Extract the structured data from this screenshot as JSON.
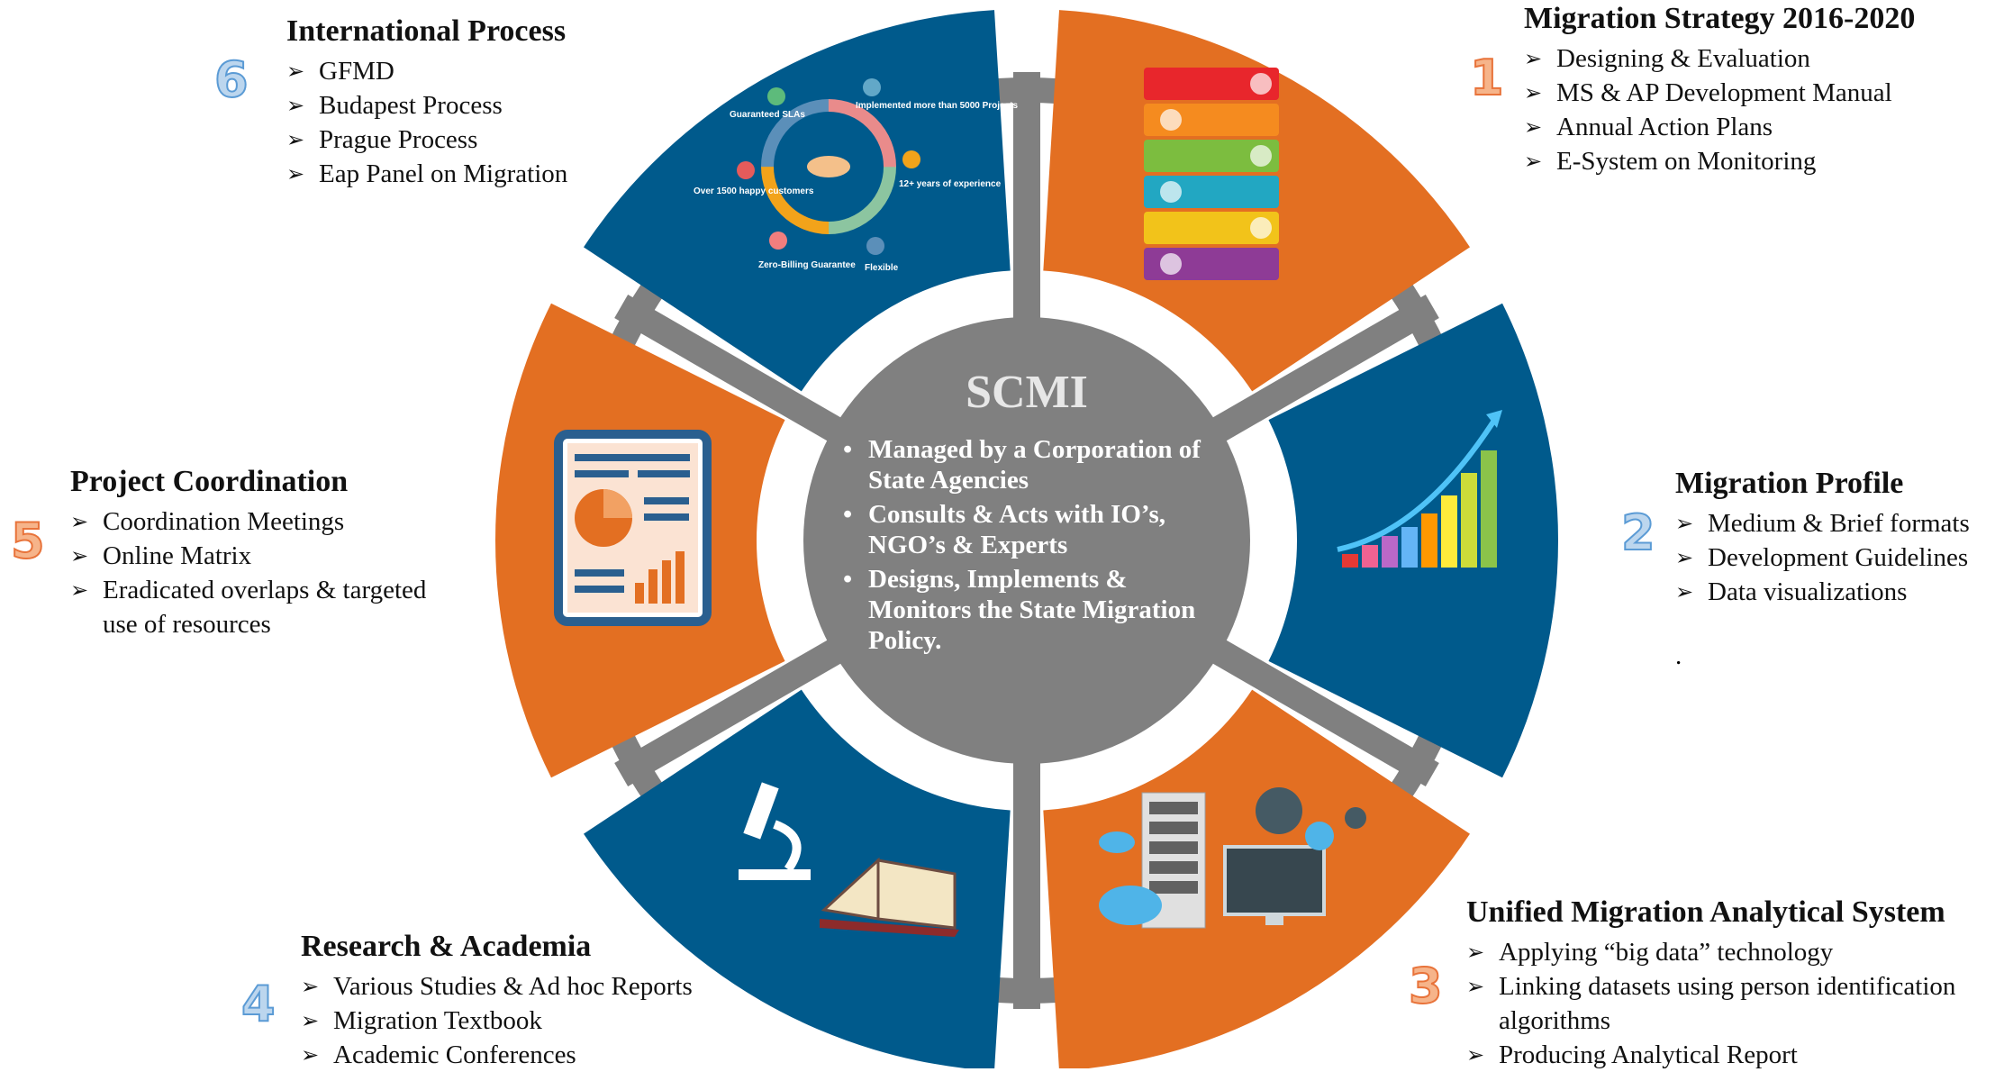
{
  "center": {
    "title": "SCMI",
    "bullets": [
      "Managed by a Corporation of State  Agencies",
      "Consults & Acts with IO’s, NGO’s & Experts",
      "Designs, Implements & Monitors the State Migration Policy."
    ]
  },
  "sections": [
    {
      "number": "1",
      "title": "Migration Strategy 2016-2020",
      "items": [
        "Designing & Evaluation",
        "MS & AP Development Manual",
        "Annual Action Plans",
        "E-System on Monitoring"
      ]
    },
    {
      "number": "2",
      "title": "Migration Profile",
      "items": [
        "Medium & Brief  formats",
        "Development Guidelines",
        "Data visualizations"
      ]
    },
    {
      "number": "3",
      "title": "Unified Migration Analytical System",
      "items": [
        "Applying “big data” technology",
        "Linking datasets using person identification algorithms",
        "Producing Analytical Report"
      ]
    },
    {
      "number": "4",
      "title": "Research & Academia",
      "items": [
        "Various Studies & Ad hoc Reports",
        "Migration Textbook",
        "Academic Conferences"
      ]
    },
    {
      "number": "5",
      "title": "Project Coordination",
      "items": [
        "Coordination Meetings",
        "Online Matrix",
        "Eradicated overlaps & targeted use of  resources"
      ]
    },
    {
      "number": "6",
      "title": "International Process",
      "items": [
        "GFMD",
        "Budapest Process",
        "Prague Process",
        "Eap Panel on Migration"
      ]
    }
  ],
  "stray_mark": ".",
  "infographic_labels": {
    "guaranteed": "Guaranteed SLAs",
    "implemented": "Implemented more than 5000 Projects",
    "years": "12+ years of experience",
    "customers": "Over 1500 happy customers",
    "zero_billing": "Zero-Billing Guarantee",
    "flexible": "Flexible"
  },
  "colors": {
    "orange": "#E36F22",
    "blue": "#005A8C",
    "gray": "#808080",
    "white": "#ffffff"
  },
  "icons": [
    "handshake-cycle-icon",
    "stacked-banner-icon",
    "growth-bar-chart-icon",
    "server-cloud-icon",
    "microscope-book-icon",
    "report-document-icon"
  ],
  "bullet_glyph": "➢"
}
